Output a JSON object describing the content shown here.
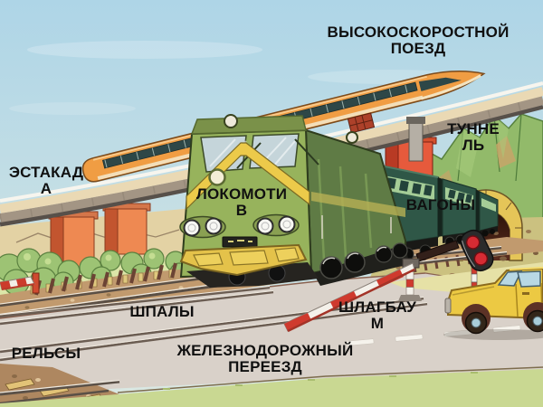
{
  "labels": {
    "high_speed_train": "ВЫСОКОСКОРОСТНОЙ\nПОЕЗД",
    "overpass": "ЭСТАКАД\nА",
    "tunnel": "ТУННЕ\nЛЬ",
    "locomotive": "ЛОКОМОТИ\nВ",
    "wagons": "ВАГОНЫ",
    "sleepers": "ШПАЛЫ",
    "barrier": "ШЛАГБАУ\nМ",
    "rails": "РЕЛЬСЫ",
    "railway_crossing": "ЖЕЛЕЗНОДОРОЖНЫЙ\nПЕРЕЕЗД"
  },
  "colors": {
    "sky": "#b3d8e6",
    "locomotive_green": "#97b35c",
    "monorail_orange": "#f09d43",
    "wagon_green": "#2f5747",
    "car_yellow": "#ecc943",
    "barrier_red": "#cf3a2e",
    "mountain_green": "#92ba6a",
    "road_grey": "#d9d1c9",
    "label_text": "#101010"
  }
}
